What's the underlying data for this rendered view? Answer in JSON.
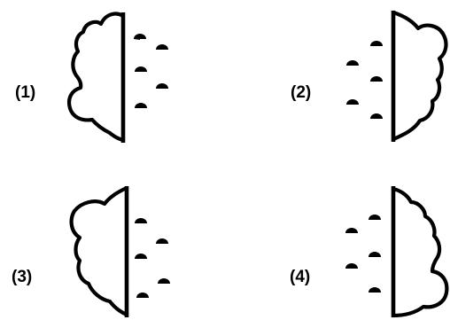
{
  "figure": {
    "panels": [
      {
        "label": "(1)",
        "large_half_bulge": "lower"
      },
      {
        "label": "(2)",
        "large_half_bulge": "upper"
      },
      {
        "label": "(3)",
        "large_half_bulge": "upper"
      },
      {
        "label": "(4)",
        "large_half_bulge": "lower"
      }
    ]
  }
}
